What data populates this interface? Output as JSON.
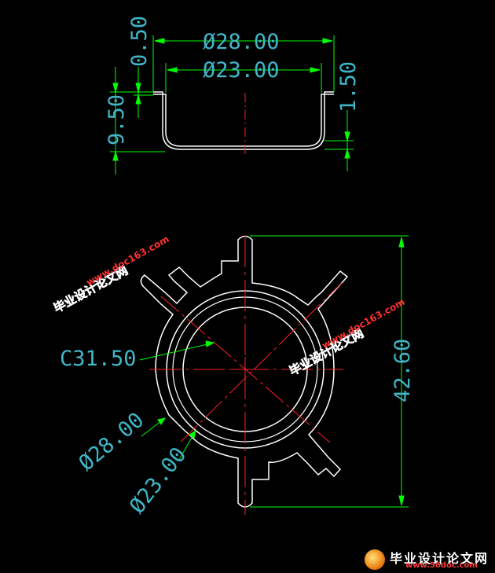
{
  "drawing": {
    "dimensions": {
      "d_top_outer": "Ø28.00",
      "d_top_inner": "Ø23.00",
      "thickness": "0.50",
      "height": "9.50",
      "step": "1.50",
      "chamfer": "C31.50",
      "d_plan_outer": "Ø28.00",
      "d_plan_inner": "Ø23.00",
      "overall_height": "42.60"
    }
  },
  "watermark": {
    "text_cn": "毕业设计论文网",
    "text_url": "www.doc163.com"
  },
  "footer": {
    "title": "毕业设计论文网",
    "url": "www.56doc.com"
  },
  "colors": {
    "background": "#000000",
    "outline": "#ffffff",
    "dimension": "#00ff00",
    "dim_text": "#3fb7c9",
    "centerline": "#ff2020",
    "watermark": "#ff3030"
  }
}
